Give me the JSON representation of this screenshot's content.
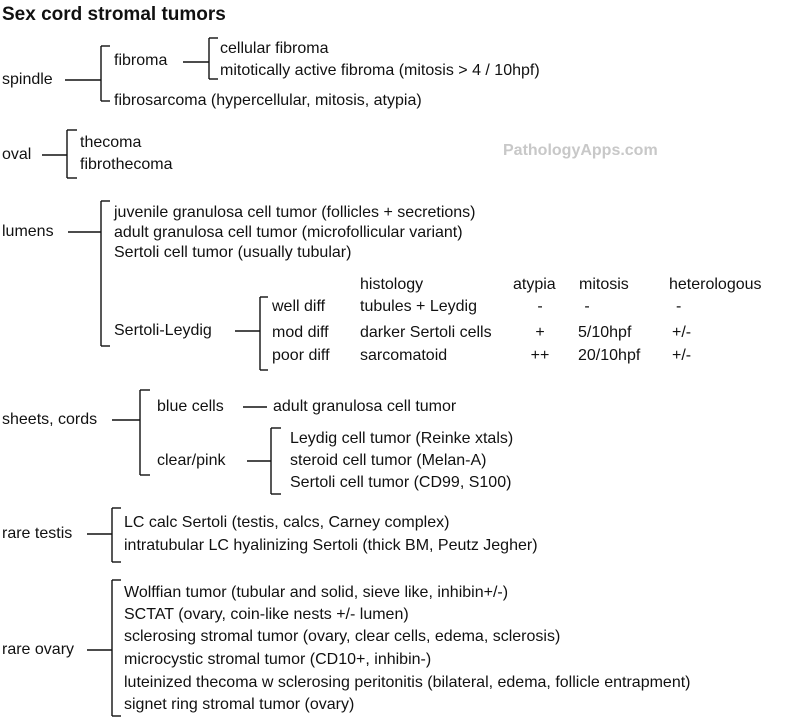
{
  "title": "Sex cord stromal tumors",
  "watermark": "PathologyApps.com",
  "spindle": {
    "label": "spindle",
    "fibroma": "fibroma",
    "fibroma_children": [
      "cellular fibroma",
      "mitotically active fibroma (mitosis > 4 / 10hpf)"
    ],
    "fibrosarcoma": "fibrosarcoma (hypercellular, mitosis, atypia)"
  },
  "oval": {
    "label": "oval",
    "items": [
      "thecoma",
      "fibrothecoma"
    ]
  },
  "lumens": {
    "label": "lumens",
    "items": [
      "juvenile granulosa cell tumor (follicles + secretions)",
      "adult granulosa cell tumor (microfollicular variant)",
      "Sertoli cell tumor (usually tubular)"
    ],
    "sertoli_leydig": "Sertoli-Leydig",
    "table": {
      "headers": [
        "histology",
        "atypia",
        "mitosis",
        "heterologous"
      ],
      "rows": [
        {
          "grade": "well diff",
          "histology": "tubules + Leydig",
          "atypia": "-",
          "mitosis": "-",
          "heterologous": "-"
        },
        {
          "grade": "mod diff",
          "histology": "darker Sertoli cells",
          "atypia": "+",
          "mitosis": "5/10hpf",
          "heterologous": "+/-"
        },
        {
          "grade": "poor diff",
          "histology": "sarcomatoid",
          "atypia": "++",
          "mitosis": "20/10hpf",
          "heterologous": "+/-"
        }
      ]
    }
  },
  "sheets": {
    "label": "sheets, cords",
    "blue": "blue cells",
    "blue_child": "adult granulosa cell tumor",
    "clear": "clear/pink",
    "clear_children": [
      "Leydig cell tumor (Reinke xtals)",
      "steroid cell tumor (Melan-A)",
      "Sertoli cell tumor (CD99, S100)"
    ]
  },
  "rare_testis": {
    "label": "rare testis",
    "items": [
      "LC calc Sertoli (testis, calcs, Carney complex)",
      "intratubular LC hyalinizing Sertoli (thick BM, Peutz Jegher)"
    ]
  },
  "rare_ovary": {
    "label": "rare ovary",
    "items": [
      "Wolffian tumor (tubular and solid, sieve like, inhibin+/-)",
      "SCTAT (ovary, coin-like nests +/- lumen)",
      "sclerosing stromal tumor (ovary, clear cells, edema, sclerosis)",
      "microcystic stromal tumor (CD10+, inhibin-)",
      "luteinized thecoma w sclerosing peritonitis (bilateral, edema, follicle entrapment)",
      "signet ring stromal tumor (ovary)"
    ]
  }
}
